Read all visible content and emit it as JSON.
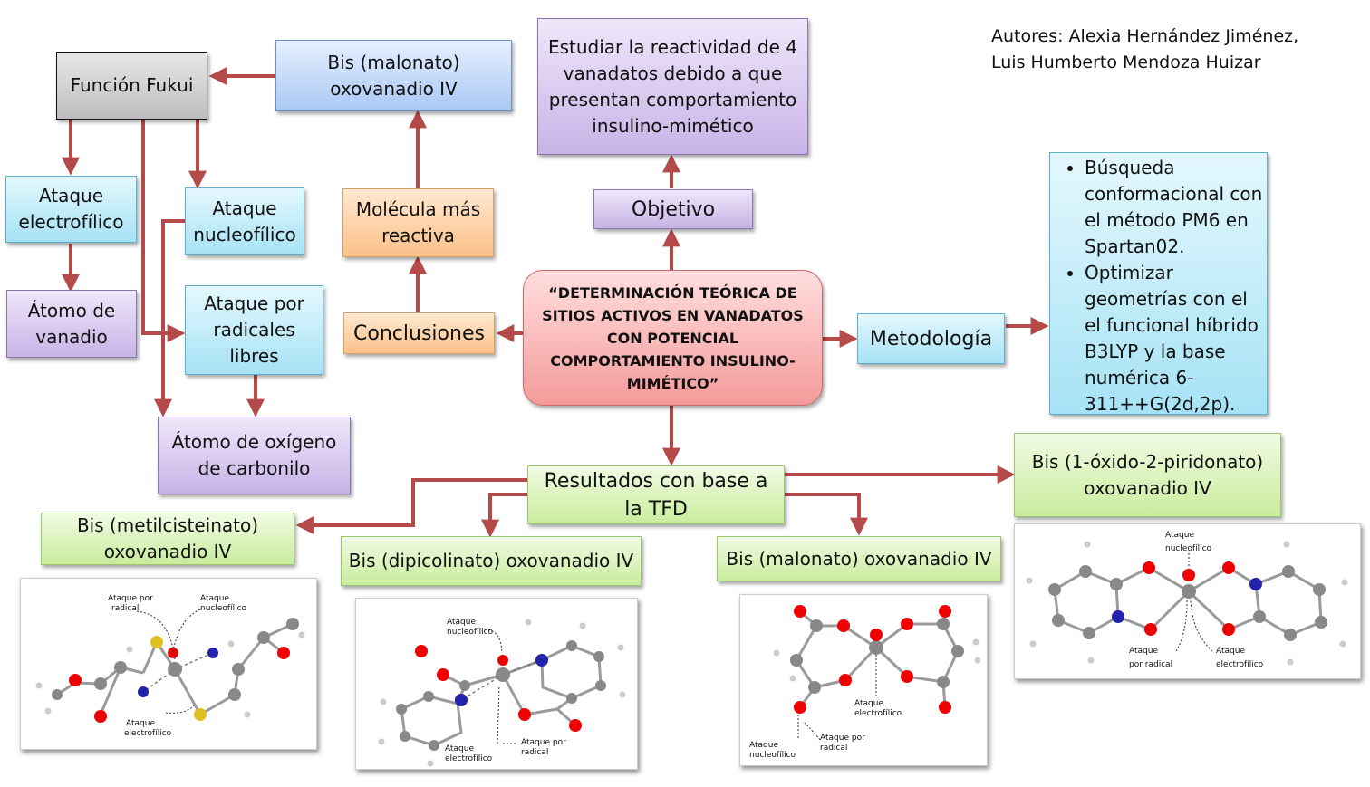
{
  "authors": {
    "line1": "Autores: Alexia Hernández Jiménez,",
    "line2": "Luis Humberto Mendoza Huizar"
  },
  "nodes": {
    "title": "“DETERMINACIÓN TEÓRICA DE SITIOS ACTIVOS EN VANADATOS CON POTENCIAL COMPORTAMIENTO INSULINO-MIMÉTICO”",
    "objetivo": "Objetivo",
    "objetivo_text": "Estudiar la reactividad de 4 vanadatos debido a que presentan comportamiento insulino-mimético",
    "metodologia": "Metodología",
    "metodologia_items": [
      "Búsqueda conformacional con el método PM6 en Spartan02.",
      "Optimizar geometrías con el el funcional híbrido B3LYP y la base numérica 6-311++G(2d,2p)."
    ],
    "conclusiones": "Conclusiones",
    "molecula_reactiva": "Molécula más reactiva",
    "bis_malonato_top": "Bis (malonato) oxovanadio IV",
    "funcion_fukui": "Función Fukui",
    "ataque_electrofilico": "Ataque electrofílico",
    "ataque_nucleofilico": "Ataque nucleofílico",
    "ataque_radicales": "Ataque por radicales libres",
    "atomo_vanadio": "Átomo de vanadio",
    "atomo_oxigeno": "Átomo de oxígeno de carbonilo",
    "resultados": "Resultados con base a la TFD",
    "bis_metilcisteinato": "Bis (metilcisteinato) oxovanadio IV",
    "bis_dipicolinato": "Bis (dipicolinato) oxovanadio IV",
    "bis_malonato_bottom": "Bis (malonato) oxovanadio IV",
    "bis_piridonato": "Bis (1-óxido-2-piridonato) oxovanadio IV"
  },
  "molecule_labels": {
    "ataque_por": "Ataque por",
    "radical": "radical",
    "ataque": "Ataque",
    "nucleofilico": "nucleofílico",
    "electrofilico": "electrofílico",
    "por_radical": "por radical"
  },
  "colors": {
    "arrow": "#b44a4a",
    "title_box": "#f49a9a",
    "fukui_box": "#bdbdbd"
  }
}
